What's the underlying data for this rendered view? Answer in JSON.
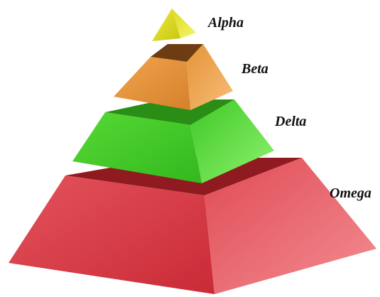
{
  "tiers": [
    {
      "label": "Alpha",
      "color": "#d9d61c"
    },
    {
      "label": "Beta",
      "color": "#e5923a"
    },
    {
      "label": "Delta",
      "color": "#4fd02a"
    },
    {
      "label": "Omega",
      "color": "#e0474f"
    }
  ]
}
